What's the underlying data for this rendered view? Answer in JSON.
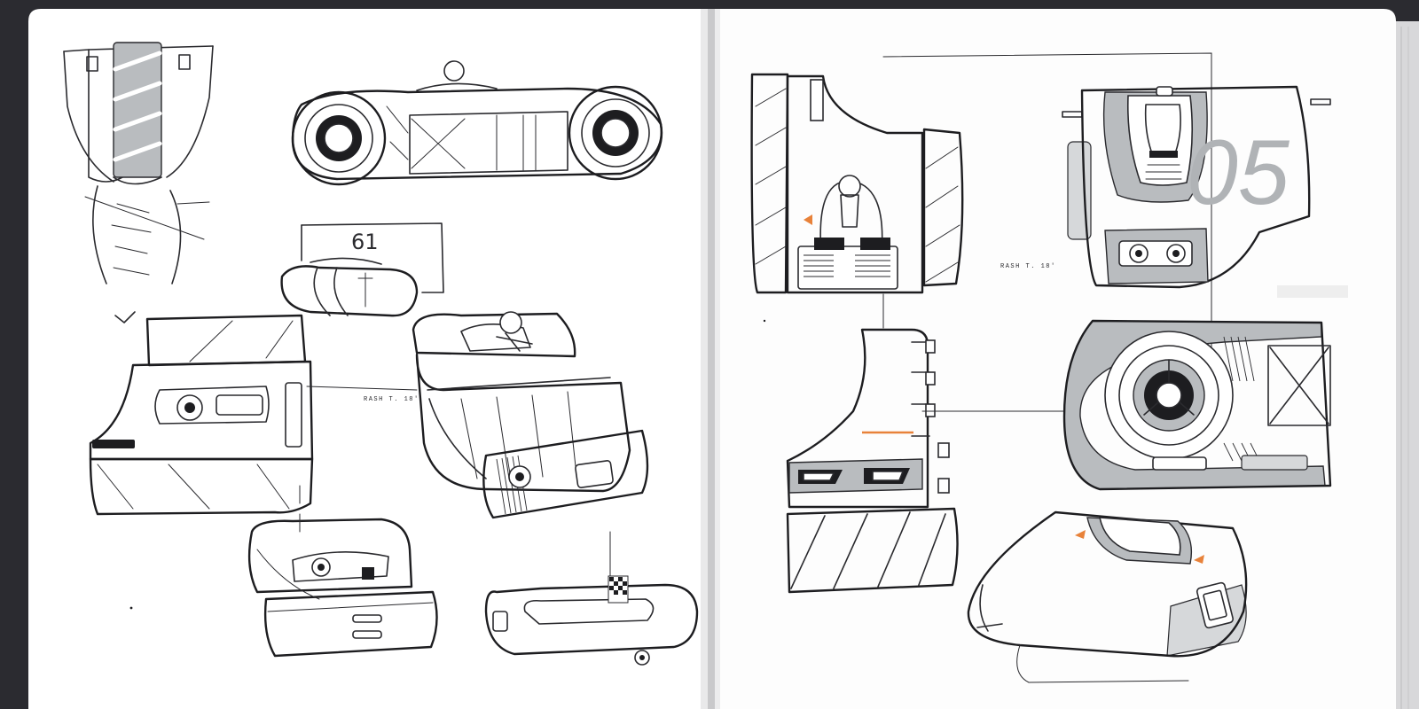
{
  "sketchbook": {
    "left_page": {
      "part_number": "61",
      "signature": "RASH T. 18'"
    },
    "right_page": {
      "race_number": "05",
      "signature": "RASH T. 18'"
    }
  },
  "colors": {
    "ink": "#2a2a2e",
    "marker_grey": "#b9bcbf",
    "accent_orange": "#e8823a",
    "paper": "#ffffff",
    "binding": "#2b2b30"
  }
}
